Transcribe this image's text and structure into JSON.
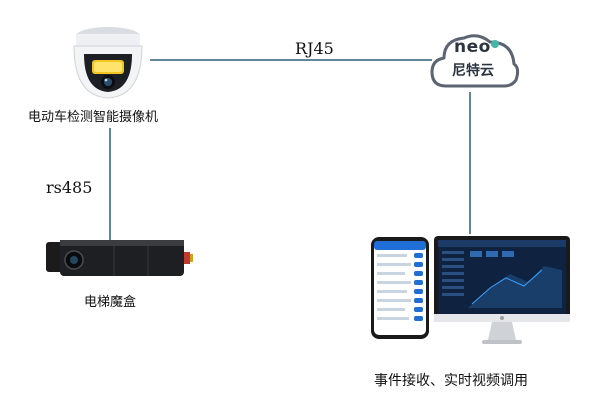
{
  "nodes": {
    "camera": {
      "label": "电动车检测智能摄像机"
    },
    "cloud": {
      "brand_latin": "neo",
      "brand_cn": "尼特云",
      "accent": "#46b4a6"
    },
    "elevator_box": {
      "label": "电梯魔盒"
    },
    "clients": {
      "label": "事件接收、实时视频调用"
    }
  },
  "links": {
    "camera_cloud": {
      "label": "RJ45"
    },
    "camera_box": {
      "label": "rs485"
    }
  },
  "colors": {
    "line": "#2f5d78",
    "phone_blue": "#1f6fd6",
    "screen_dark": "#0f2240"
  }
}
